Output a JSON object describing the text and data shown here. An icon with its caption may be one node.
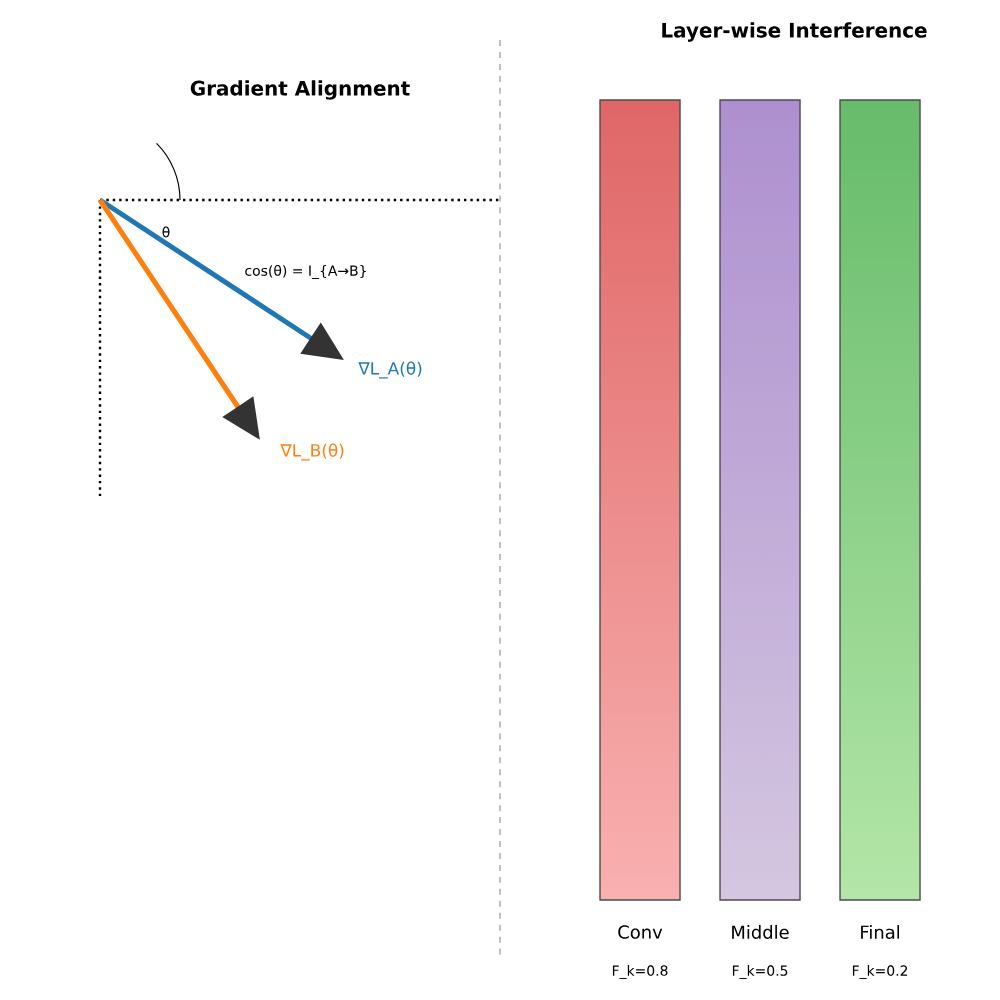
{
  "diagram": {
    "nodes": [
      {
        "text": [
          "∇L_A(θ)"
        ]
      },
      {
        "text": [
          "∇L_B(θ)"
        ]
      },
      {
        "text": [
          "Conv",
          "F_k=0.8"
        ]
      },
      {
        "text": [
          "Middle",
          "F_k=0.5"
        ]
      },
      {
        "text": [
          "Final",
          "F_k=0.2"
        ]
      }
    ],
    "edges": [
      {
        "from": null,
        "to": 0,
        "arrow": "to",
        "color": "#1f77b4"
      },
      {
        "from": null,
        "to": 1,
        "arrow": "to",
        "color": "#ff7f0e"
      }
    ],
    "labels": [
      "Layer-wise Interference",
      "Gradient Alignment",
      "θ",
      "cos(θ) = I_{A→B}"
    ]
  }
}
